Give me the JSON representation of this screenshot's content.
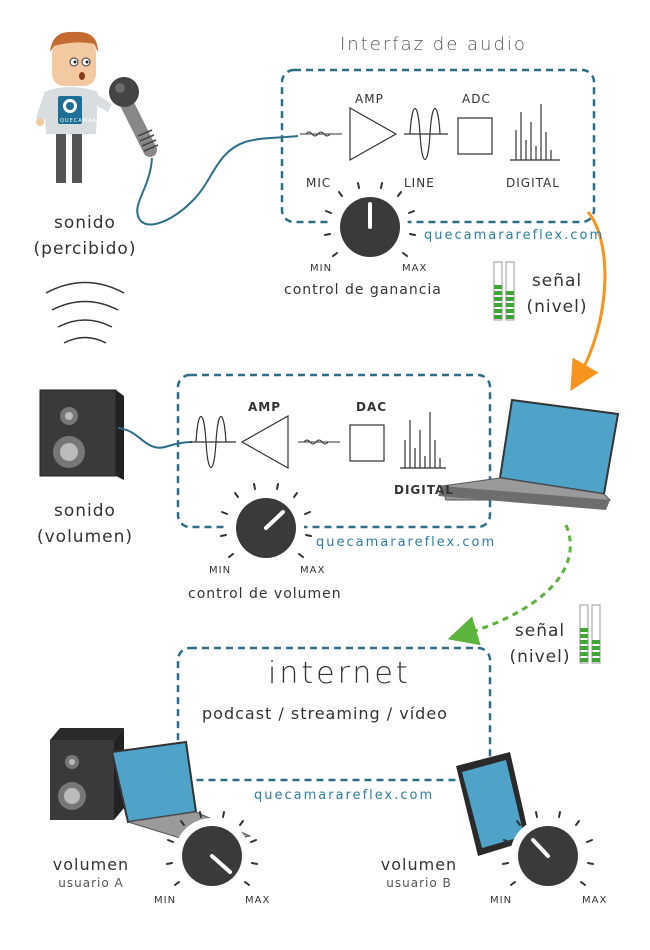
{
  "interface": {
    "title": "Interfaz de audio",
    "amp": "AMP",
    "adc": "ADC",
    "mic": "MIC",
    "line": "LINE",
    "digital": "DIGITAL",
    "watermark": "quecamarareflex.com",
    "knob_min": "MIN",
    "knob_max": "MAX",
    "knob_label": "control de ganancia"
  },
  "person": {
    "label_line1": "sonido",
    "label_line2": "(percibido)",
    "shirt_brand": "QUECAMARA"
  },
  "signal_top": {
    "line1": "señal",
    "line2": "(nivel)"
  },
  "output": {
    "amp": "AMP",
    "dac": "DAC",
    "digital": "DIGITAL",
    "watermark": "quecamarareflex.com",
    "knob_min": "MIN",
    "knob_max": "MAX",
    "knob_label": "control de volumen",
    "speaker_label_line1": "sonido",
    "speaker_label_line2": "(volumen)"
  },
  "signal_mid": {
    "line1": "señal",
    "line2": "(nivel)"
  },
  "internet": {
    "title": "internet",
    "subtitle": "podcast / streaming / vídeo",
    "watermark": "quecamarareflex.com"
  },
  "user_a": {
    "line1": "volumen",
    "line2": "usuario A",
    "knob_min": "MIN",
    "knob_max": "MAX"
  },
  "user_b": {
    "line1": "volumen",
    "line2": "usuario B",
    "knob_min": "MIN",
    "knob_max": "MAX"
  },
  "colors": {
    "dashed_box": "#2d6f86",
    "orange_arrow": "#f7941d",
    "green_arrow": "#5db43c",
    "laptop_screen": "#4fa3c9",
    "knob": "#3a3a3a",
    "level_green": "#3fa535"
  }
}
